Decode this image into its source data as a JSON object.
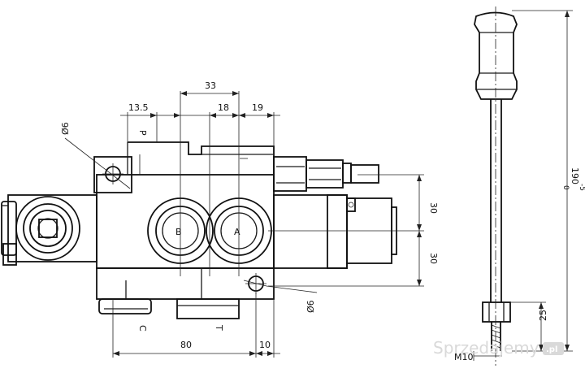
{
  "drawing": {
    "dimensions": {
      "d33": "33",
      "d13_5": "13.5",
      "d18": "18",
      "d19": "19",
      "d80": "80",
      "d10": "10",
      "d30_upper": "30",
      "d30_lower": "30",
      "d190": "190",
      "d190_tol": "-5",
      "d190_tol_top": "0",
      "d25": "25",
      "m10": "M10"
    },
    "hole_labels": {
      "top_phi": "Ø6",
      "bottom_phi": "Ø6"
    },
    "port_labels": {
      "p": "P",
      "c": "C",
      "t": "T",
      "a": "A",
      "b": "B"
    },
    "watermark": {
      "text": "Sprzedajemy",
      "badge": ".pl"
    }
  }
}
